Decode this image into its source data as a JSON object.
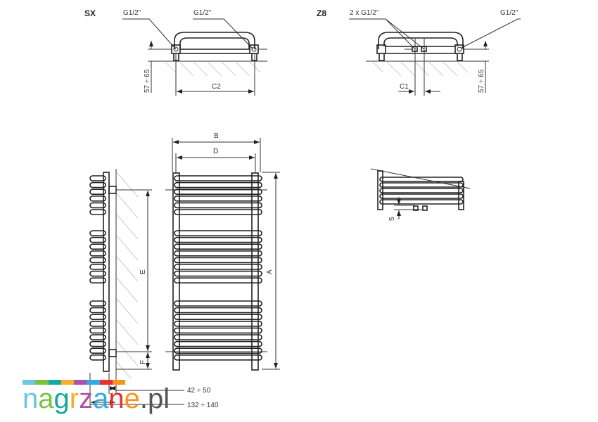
{
  "views": {
    "sx": {
      "title": "SX",
      "left_thread": "G1/2\"",
      "right_thread": "G1/2\"",
      "depth": "57 ÷ 65",
      "spacing": "C2"
    },
    "z8": {
      "title": "Z8",
      "left_thread": "2 x G1/2\"",
      "right_thread": "G1/2\"",
      "depth": "57 ÷ 65",
      "spacing": "C1"
    },
    "front": {
      "width_outer": "B",
      "width_inner": "D",
      "height": "A"
    },
    "side": {
      "axis_spacing": "E",
      "bottom_offset": "F",
      "wall_gap": "42 ÷ 50",
      "depth": "132 ÷ 140"
    },
    "detail": {
      "gap": "5"
    }
  },
  "logo": {
    "text": "nagrzane.pl",
    "letters": [
      "n",
      "a",
      "g",
      "r",
      "z",
      "a",
      "n",
      "e",
      ".",
      "p",
      "l"
    ],
    "letter_colors": [
      "#6ec6e0",
      "#7cc242",
      "#18a99c",
      "#f6ad32",
      "#ab53a4",
      "#35a8e0",
      "#e92f2f",
      "#f7941d",
      "#555555",
      "#555555",
      "#555555"
    ],
    "bar_colors": [
      "#6ec6e0",
      "#7cc242",
      "#18a99c",
      "#f6ad32",
      "#ab53a4",
      "#35a8e0",
      "#e92f2f",
      "#f7941d"
    ]
  }
}
